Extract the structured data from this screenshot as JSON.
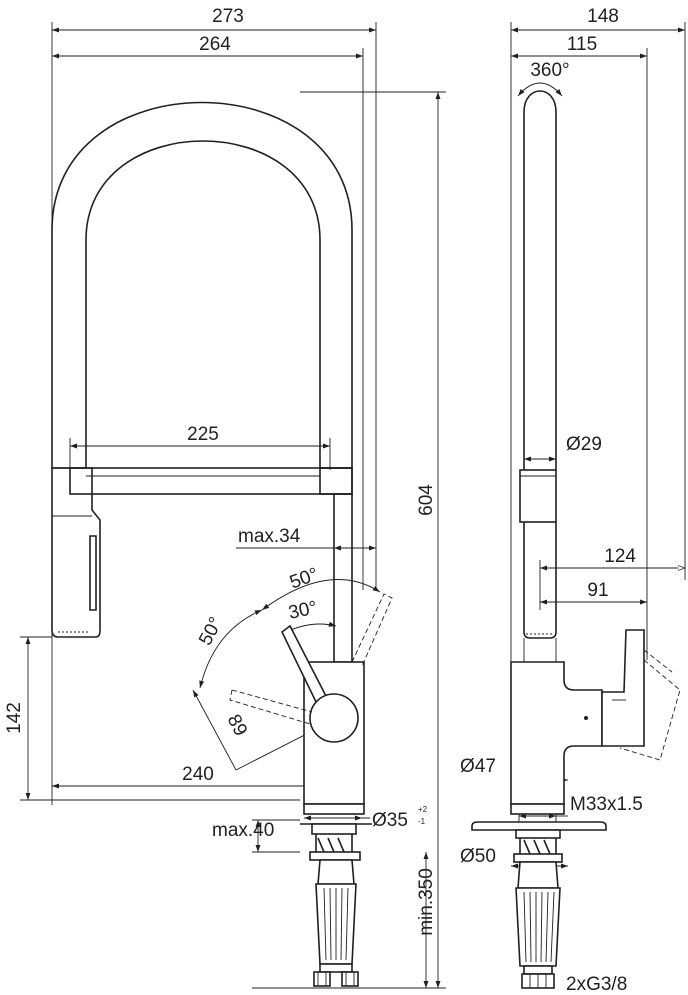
{
  "front_view": {
    "width_overall": "273",
    "width_spout": "264",
    "spout_inner": "225",
    "height_total": "604",
    "max_offset": "max.34",
    "lever_angle_outer": "50°",
    "lever_angle_inner": "30°",
    "lever_angle_side": "50°",
    "lever_radius": "89",
    "reach": "240",
    "head_height": "142",
    "hole_diameter": "Ø35",
    "hole_tolerance_plus": "+2",
    "hole_tolerance_minus": "-1",
    "max_thickness": "max.40",
    "min_length": "min.350"
  },
  "side_view": {
    "depth_overall": "148",
    "depth_spout": "115",
    "rotation": "360°",
    "hose_diameter": "Ø29",
    "lever_reach": "124",
    "body_offset": "91",
    "body_diameter": "Ø47",
    "thread": "M33x1.5",
    "flange_diameter": "Ø50",
    "connection": "2xG3/8"
  }
}
